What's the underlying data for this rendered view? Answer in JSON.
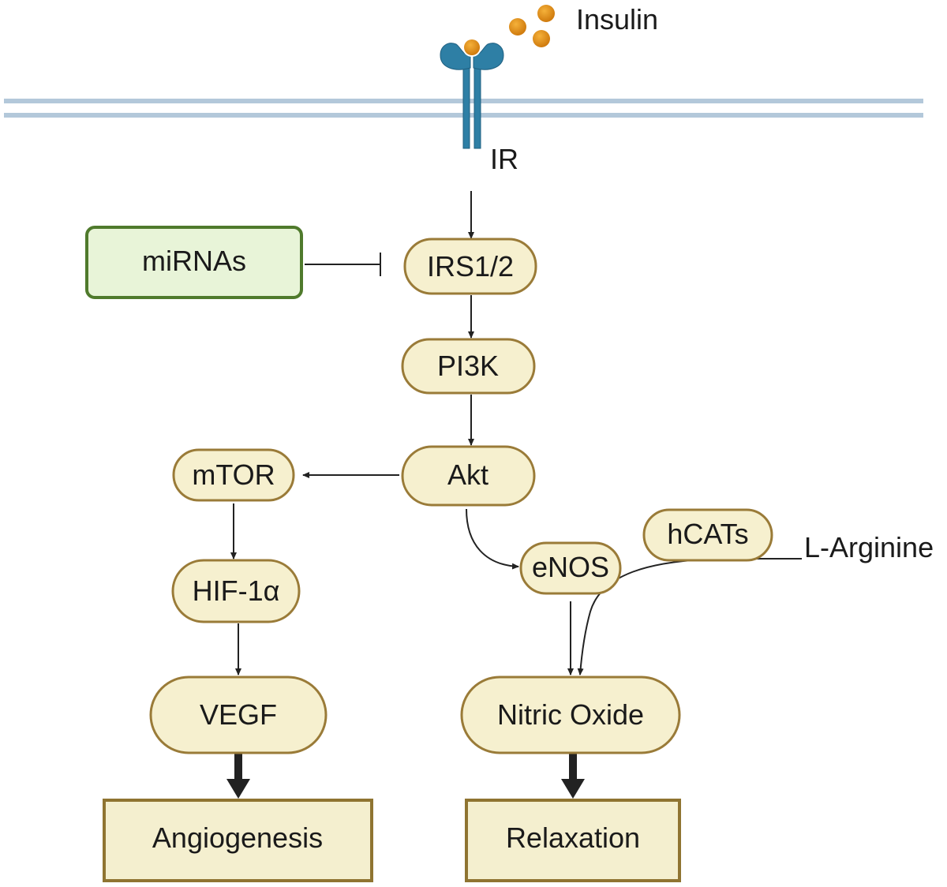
{
  "labels": {
    "ligand": "Insulin",
    "receptor": "IR"
  },
  "nodes": {
    "mirnas": "miRNAs",
    "irs": "IRS1/2",
    "pi3k": "PI3K",
    "akt": "Akt",
    "mtor": "mTOR",
    "hif": "HIF-1α",
    "vegf": "VEGF",
    "enos": "eNOS",
    "hcats": "hCATs",
    "larginine": "L-Arginine",
    "no": "Nitric Oxide",
    "angiogenesis": "Angiogenesis",
    "relaxation": "Relaxation"
  },
  "colors": {
    "pill_fill": "#f6f0cf",
    "pill_border": "#9a7b38",
    "box_fill": "#f4efcf",
    "box_border": "#8f7431",
    "mirna_fill": "#e8f4d8",
    "mirna_border": "#4f7a2c",
    "membrane": "#b3c8da",
    "receptor": "#2e7fa5",
    "insulin": "#e18f1a",
    "arrow": "#222222"
  }
}
